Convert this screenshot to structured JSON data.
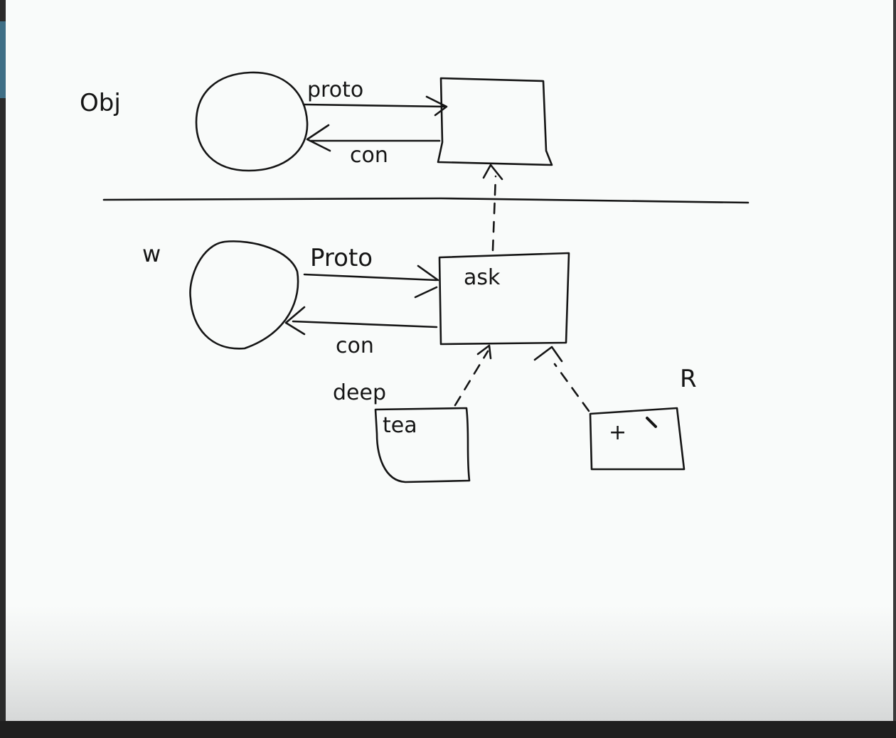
{
  "labels": {
    "obj": "Obj",
    "proto_top": "proto",
    "con_top": "con",
    "w": "w",
    "proto_mid": "Proto",
    "ask": "ask",
    "con_mid": "con",
    "deep": "deep",
    "tea": "tea",
    "plus": "+",
    "r": "R"
  }
}
